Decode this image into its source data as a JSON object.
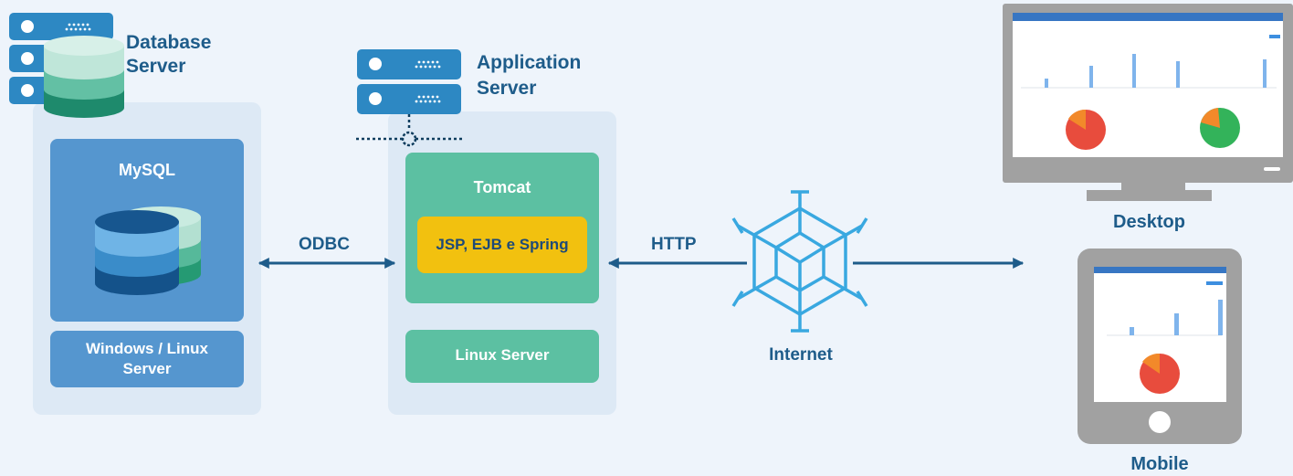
{
  "database_server": {
    "title_line1": "Database",
    "title_line2": "Server",
    "mysql_label": "MySQL",
    "os_line1": "Windows / Linux",
    "os_line2": "Server"
  },
  "application_server": {
    "title_line1": "Application",
    "title_line2": "Server",
    "tomcat_label": "Tomcat",
    "frameworks_label": "JSP, EJB e Spring",
    "os_label": "Linux Server"
  },
  "connections": {
    "odbc_label": "ODBC",
    "http_label": "HTTP",
    "internet_label": "Internet"
  },
  "clients": {
    "desktop_label": "Desktop",
    "mobile_label": "Mobile"
  },
  "colors": {
    "navy": "#1e5c8a",
    "server_blue": "#2d88c3",
    "panel_blue": "#5596cf",
    "green": "#5cc0a2",
    "yellow": "#f2c10f",
    "device_gray": "#a1a1a1",
    "internet_icon": "#39a8e0"
  },
  "icons": [
    "database-server-icon",
    "application-server-icon",
    "database-cylinder-icon",
    "internet-globe-icon",
    "desktop-monitor-icon",
    "tablet-device-icon"
  ]
}
